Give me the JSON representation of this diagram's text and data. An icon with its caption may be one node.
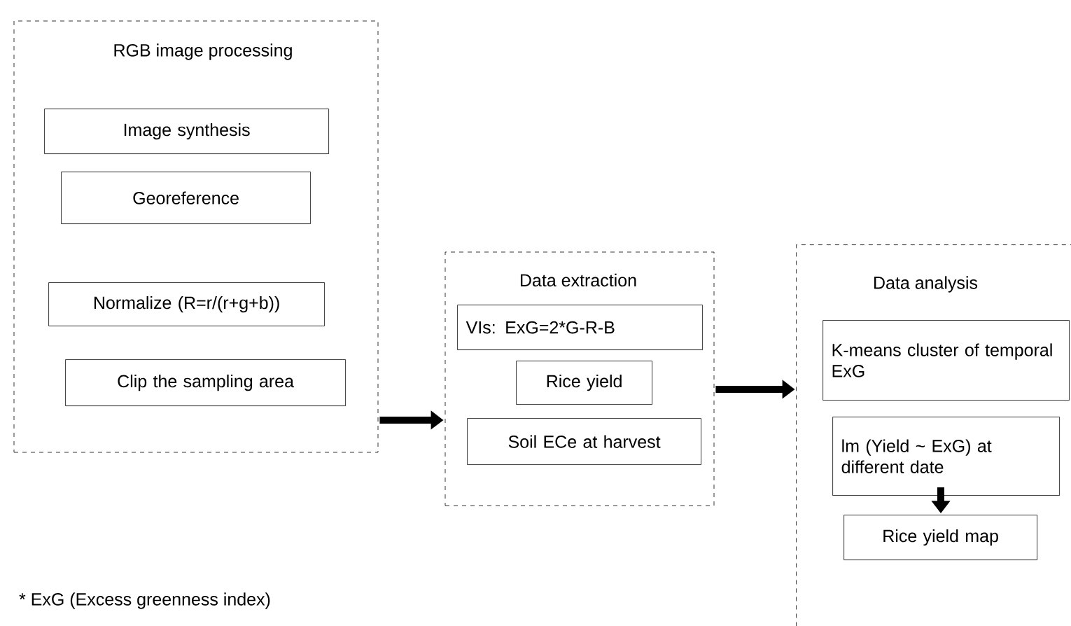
{
  "diagram": {
    "nodes": [
      {
        "text": [
          "RGB image processing"
        ]
      },
      {
        "text": [
          "Image synthesis"
        ],
        "in": 0
      },
      {
        "text": [
          "Georeference"
        ],
        "in": 0
      },
      {
        "text": [
          "Normalize (R=r/(r+g+b))"
        ],
        "in": 0
      },
      {
        "text": [
          "Clip the sampling area"
        ],
        "in": 0
      },
      {
        "text": [
          "Data extraction"
        ]
      },
      {
        "text": [
          "VIs: ExG=2*G-R-B"
        ],
        "in": 5
      },
      {
        "text": [
          "Rice yield"
        ],
        "in": 5
      },
      {
        "text": [
          "Soil ECe at harvest"
        ],
        "in": 5
      },
      {
        "text": [
          "Data analysis"
        ]
      },
      {
        "text": [
          "K-means cluster of temporal ExG"
        ],
        "in": 9
      },
      {
        "text": [
          "lm (Yield ~ ExG) at different date"
        ],
        "in": 9
      },
      {
        "text": [
          "Rice yield map"
        ],
        "in": 9
      }
    ],
    "edges": [
      {
        "from": 0,
        "to": 5,
        "arrow": "to"
      },
      {
        "from": 5,
        "to": 9,
        "arrow": "to"
      },
      {
        "from": 11,
        "to": 12,
        "arrow": "to"
      }
    ],
    "labels": [
      "* ExG (Excess greenness index)"
    ]
  }
}
